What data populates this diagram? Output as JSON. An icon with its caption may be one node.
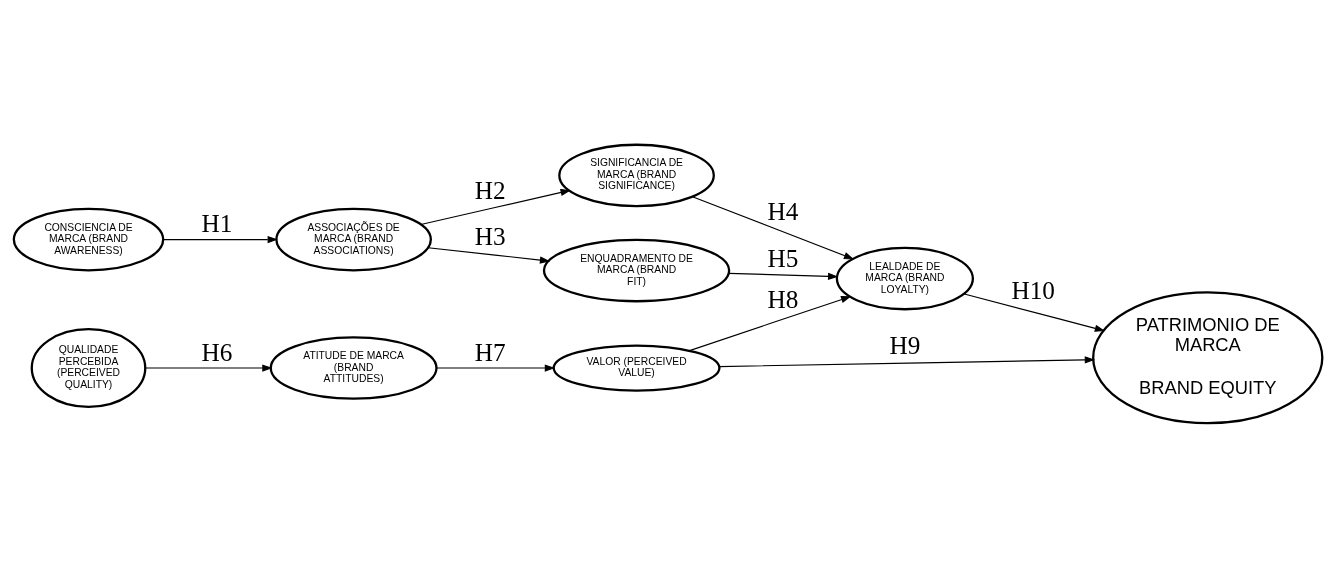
{
  "diagram": {
    "nodes": [
      {
        "text": [
          "CONSCIENCIA DE MARCA (BRAND AWARENESS)"
        ]
      },
      {
        "text": [
          "ASSOCIAÇÕES DE MARCA (BRAND ASSOCIATIONS)"
        ]
      },
      {
        "text": [
          "SIGNIFICANCIA DE MARCA (BRAND SIGNIFICANCE)"
        ]
      },
      {
        "text": [
          "ENQUADRAMENTO DE MARCA (BRAND FIT)"
        ]
      },
      {
        "text": [
          "LEALDADE DE MARCA (BRAND LOYALTY)"
        ]
      },
      {
        "text": [
          "PATRIMONIO DE MARCA",
          "BRAND EQUITY"
        ]
      },
      {
        "text": [
          "QUALIDADE PERCEBIDA (PERCEIVED QUALITY)"
        ]
      },
      {
        "text": [
          "ATITUDE DE MARCA (BRAND ATTITUDES)"
        ]
      },
      {
        "text": [
          "VALOR (PERCEIVED VALUE)"
        ]
      }
    ],
    "edges": [
      {
        "from": 0,
        "to": 1,
        "arrow": "to",
        "label": "H1"
      },
      {
        "from": 1,
        "to": 2,
        "arrow": "to",
        "label": "H2"
      },
      {
        "from": 1,
        "to": 3,
        "arrow": "to",
        "label": "H3"
      },
      {
        "from": 2,
        "to": 4,
        "arrow": "to",
        "label": "H4"
      },
      {
        "from": 3,
        "to": 4,
        "arrow": "to",
        "label": "H5"
      },
      {
        "from": 6,
        "to": 7,
        "arrow": "to",
        "label": "H6"
      },
      {
        "from": 7,
        "to": 8,
        "arrow": "to",
        "label": "H7"
      },
      {
        "from": 8,
        "to": 4,
        "arrow": "to",
        "label": "H8"
      },
      {
        "from": 8,
        "to": 5,
        "arrow": "to",
        "label": "H9"
      },
      {
        "from": 4,
        "to": 5,
        "arrow": "to",
        "label": "H10"
      }
    ]
  }
}
